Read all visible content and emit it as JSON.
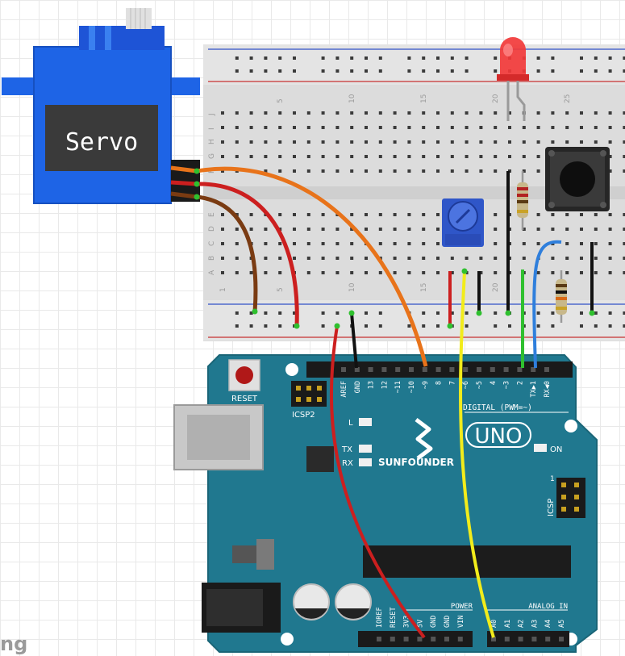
{
  "servo": {
    "label": "Servo"
  },
  "breadboard": {
    "col_numbers": [
      "1",
      "5",
      "10",
      "15",
      "20",
      "25"
    ],
    "rows_top": [
      "J",
      "I",
      "H",
      "G",
      "F"
    ],
    "rows_bottom": [
      "E",
      "D",
      "C",
      "B",
      "A"
    ]
  },
  "arduino": {
    "brand": "SUNFOUNDER",
    "model": "UNO",
    "reset_label": "RESET",
    "icsp2_label": "ICSP2",
    "icsp_label": "ICSP",
    "digital_label": "DIGITAL (PWM=~)",
    "on_label": "ON",
    "led_l": "L",
    "led_tx": "TX",
    "led_rx": "RX",
    "digital_pins": [
      "AREF",
      "GND",
      "13",
      "12",
      "~11",
      "~10",
      "~9",
      "8",
      "7",
      "~6",
      "~5",
      "4",
      "~3",
      "2",
      "TX▶1",
      "RX◀0"
    ],
    "power_label": "POWER",
    "power_pins": [
      "IOREF",
      "RESET",
      "3V3",
      "5V",
      "GND",
      "GND",
      "VIN"
    ],
    "analog_label": "ANALOG IN",
    "analog_pins": [
      "A0",
      "A1",
      "A2",
      "A3",
      "A4",
      "A5"
    ]
  },
  "corner_text": "ng",
  "colors": {
    "servo_blue": "#1e64e6",
    "board_teal": "#20788f",
    "wire_red": "#cc1f1f",
    "wire_orange": "#e8731a",
    "wire_brown": "#7a3b12",
    "wire_yellow": "#f2ec1b",
    "wire_green": "#2fc02f",
    "wire_blue": "#2f7fdc",
    "wire_black": "#111111"
  }
}
